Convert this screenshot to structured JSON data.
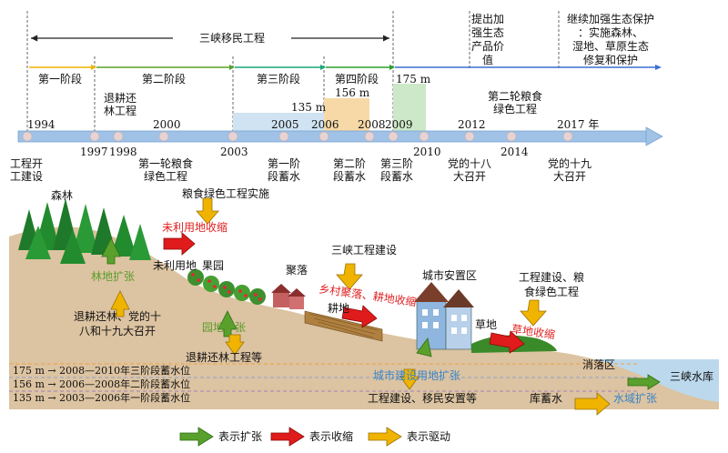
{
  "colors": {
    "expand": "#5aa02c",
    "shrink": "#e01b1b",
    "drive": "#f0b400",
    "timeline_blue": "#9fc2e6",
    "stage1": "#f0b400",
    "stage2": "#5aa02c",
    "stage3": "#1aa57a",
    "stage4": "#2ea02c",
    "stage5": "#3b6fd4",
    "soil": "#dcc3a1",
    "water": "#bcd8ec"
  },
  "timeline": {
    "project_span": "三峡移民工程",
    "stages": [
      "第一阶段",
      "第二阶段",
      "第三阶段",
      "第四阶段"
    ],
    "level_175": "175 m",
    "level_156": "156 m",
    "level_135": "135 m",
    "top_notes": {
      "eco_products": [
        "提出加",
        "强生态",
        "产品价",
        "值"
      ],
      "eco_protection": [
        "继续加强生态保护",
        "：实施森林、",
        "湿地、草原生态",
        "修复和保护"
      ]
    },
    "years": {
      "y1994": "1994",
      "y1997": "1997",
      "y1998": "1998",
      "y2000": "2000",
      "y2003": "2003",
      "y2005": "2005",
      "y2006": "2006",
      "y2008": "2008",
      "y2009": "2009",
      "y2010": "2010",
      "y2012": "2012",
      "y2014": "2014",
      "y2017": "2017 年"
    },
    "events_above": {
      "tuigeng": [
        "退耕还",
        "林工程"
      ],
      "grain_green_2": [
        "第二轮粮食",
        "绿色工程"
      ]
    },
    "events_below": {
      "start": [
        "工程开",
        "工建设"
      ],
      "grain_green_1": [
        "第一轮粮食",
        "绿色工程"
      ],
      "stage1_store": [
        "第一阶",
        "段蓄水"
      ],
      "stage2_store": [
        "第二阶",
        "段蓄水"
      ],
      "stage3_store": [
        "第三阶",
        "段蓄水"
      ],
      "congress18": [
        "党的十八",
        "大召开"
      ],
      "congress19": [
        "党的十九",
        "大召开"
      ]
    }
  },
  "scene": {
    "forest": "森林",
    "grain_green_impl": "粮食绿色工程实施",
    "unused_shrink": "未利用地收缩",
    "unused_land": "未利用地",
    "orchard": "果园",
    "forest_expand": "林地扩张",
    "tuigeng_congress": [
      "退耕还林、党的十",
      "八和十九大召开"
    ],
    "garden_expand": "园地扩张",
    "tuigeng_etc": "退耕还林工程等",
    "village": "聚落",
    "tgp_build": "三峡工程建设",
    "village_farm_shrink": "乡村聚落、耕地收缩",
    "farmland": "耕地",
    "urban_resettle": "城市安置区",
    "build_grain": [
      "工程建设、粮",
      "食绿色工程"
    ],
    "grassland": "草地",
    "grass_shrink": "草地收缩",
    "urban_expand": "城市建设用地扩张",
    "build_migrate": "工程建设、移民安置等",
    "drawdown": "消落区",
    "reservoir": "三峡水库",
    "storage": "库蓄水",
    "water_expand": "水域扩张"
  },
  "water_levels": [
    {
      "level": "175 m",
      "text": "2008—2010年三阶段蓄水位"
    },
    {
      "level": "156 m",
      "text": "2006—2008年二阶段蓄水位"
    },
    {
      "level": "135 m",
      "text": "2003—2006年一阶段蓄水位"
    }
  ],
  "legend": {
    "expand": "表示扩张",
    "shrink": "表示收缩",
    "drive": "表示驱动"
  }
}
